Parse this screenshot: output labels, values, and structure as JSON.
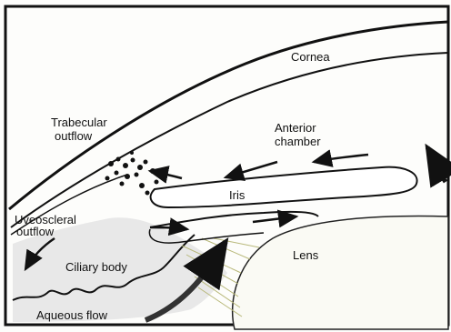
{
  "labels": {
    "cornea": "Cornea",
    "trabecular": "Trabecular",
    "outflow": "outflow",
    "anterior": "Anterior",
    "chamber": "chamber",
    "iris": "Iris",
    "uveoscleral": "Uveoscleral",
    "uveoscleral_outflow": "outflow",
    "ciliary_body": "Ciliary body",
    "lens": "Lens",
    "aqueous_flow": "Aqueous flow"
  },
  "colors": {
    "ink": "#111111",
    "ciliary_fill": "#e8e8e8",
    "zonule": "#c9c98a",
    "background": "#fdfdfb"
  }
}
